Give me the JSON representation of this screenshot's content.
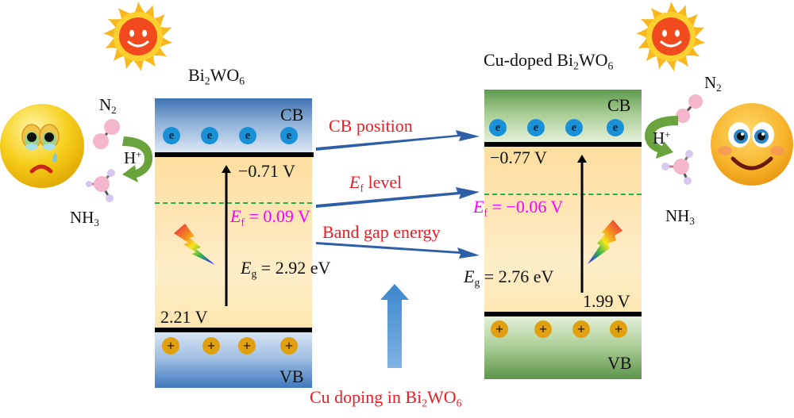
{
  "left_material": {
    "name": "Bi2WO6",
    "cb_label": "CB",
    "vb_label": "VB",
    "cb_potential": "−0.71 V",
    "vb_potential": "2.21 V",
    "fermi_label": "0.09 V",
    "band_gap_value": "2.92 eV",
    "electron_symbol": "e",
    "hole_symbol": "+",
    "electrons": 4,
    "holes": 4,
    "colors": {
      "cb": "#3f74b2",
      "vb": "#3f78bd",
      "gap": "#fdd88a"
    }
  },
  "right_material": {
    "name": "Cu-doped Bi2WO6",
    "cb_label": "CB",
    "vb_label": "VB",
    "cb_potential": "−0.77 V",
    "vb_potential": "1.99 V",
    "fermi_label": "−0.06 V",
    "band_gap_value": "2.76 eV",
    "electron_symbol": "e",
    "hole_symbol": "+",
    "electrons": 4,
    "holes": 4,
    "colors": {
      "cb": "#5f9a4d",
      "vb": "#5c9448",
      "gap": "#fdd88a"
    }
  },
  "symbols": {
    "E": "E",
    "f_sub": "f",
    "g_sub": "g",
    "equals": " = "
  },
  "comparisons": {
    "cb_position": "CB position",
    "ef_level_suffix": " level",
    "band_gap_energy": "Band gap energy"
  },
  "doping_caption": {
    "prefix": "Cu doping in Bi",
    "sub1": "2",
    "mid": "WO",
    "sub2": "6"
  },
  "reaction": {
    "reactant_prefix": "N",
    "reactant_sub": "2",
    "product_prefix": "NH",
    "product_sub": "3",
    "proton": "H",
    "proton_sup": "+"
  },
  "icons": {
    "sun": "sun-icon",
    "sad_face": "sad-face-icon",
    "happy_face": "happy-face-icon",
    "light": "lightning-icon",
    "molecule_n2": "n2-molecule-icon",
    "molecule_nh3": "nh3-molecule-icon"
  },
  "colors": {
    "arrow_blue": "#2e5ea8",
    "label_red": "#ee1c24",
    "fermi_magenta": "#ff00ff",
    "fermi_line": "#22b24c",
    "doping_arrow": "#5b9bd5"
  }
}
